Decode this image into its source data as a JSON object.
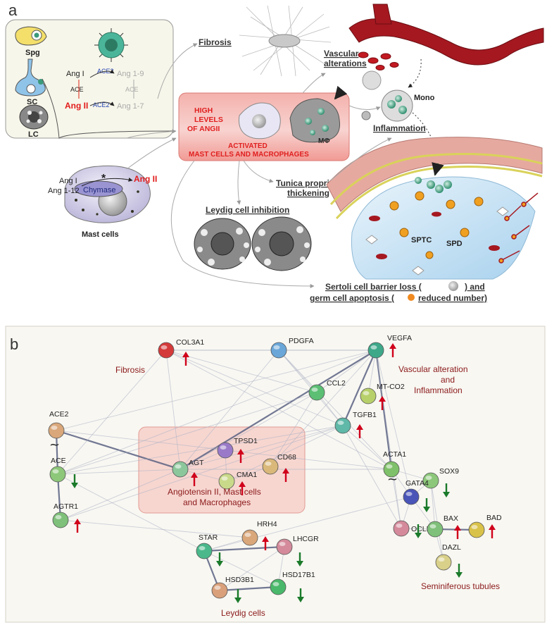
{
  "panel_a": {
    "label": "a",
    "cells": {
      "spg": "Spg",
      "sc": "SC",
      "lc": "LC",
      "mono": "Mono",
      "mphi": "MΦ",
      "sptc": "SPTC",
      "spd": "SPD",
      "mast": "Mast cells"
    },
    "ras": {
      "ang1": "Ang I",
      "ace2_top": "ACE2",
      "ang19": "Ang 1-9",
      "ace_left": "ACE",
      "ace_right": "ACE",
      "ang2": "Ang II",
      "ace2_bottom": "ACE2",
      "ang17": "Ang 1-7"
    },
    "mast_box": {
      "ang1": "Ang I",
      "ang112": "Ang 1-12",
      "chymase": "Chymase",
      "ang2": "Ang II",
      "star": "*"
    },
    "center_box": {
      "line1": "HIGH",
      "line2": "LEVELS",
      "line3": "OF ANGII",
      "act1": "ACTIVATED",
      "act2": "MAST CELLS AND MACROPHAGES"
    },
    "labels": {
      "fibrosis": "Fibrosis",
      "vascular1": "Vascular",
      "vascular2": "alterations",
      "inflammation": "Inflammation",
      "tunica1": "Tunica propria",
      "tunica2": "thickening",
      "leydig": "Leydig cell inhibition",
      "sertoli1a": "Sertoli cell barrier loss (",
      "sertoli1b": ") and",
      "sertoli2a": "germ cell apoptosis (",
      "sertoli2b": "reduced number)"
    }
  },
  "panel_b": {
    "label": "b",
    "groups": {
      "fibrosis": "Fibrosis",
      "vasc1": "Vascular alteration",
      "vasc2": "and",
      "vasc3": "Inflammation",
      "ang1": "Angiotensin II, Mast cells",
      "ang2": "and Macrophages",
      "semi": "Seminiferous tubules",
      "leydig": "Leydig cells"
    },
    "colors": {
      "up": "#d0021b",
      "down": "#1a7a2a",
      "group_label": "#8b1a1a"
    },
    "nodes": [
      {
        "id": "COL3A1",
        "label": "COL3A1",
        "dir": "up",
        "color": "#d43a3a"
      },
      {
        "id": "PDGFA",
        "label": "PDGFA",
        "dir": "none",
        "color": "#6aa6d8"
      },
      {
        "id": "VEGFA",
        "label": "VEGFA",
        "dir": "up",
        "color": "#3ea889"
      },
      {
        "id": "CCL2",
        "label": "CCL2",
        "dir": "none",
        "color": "#5cbf74"
      },
      {
        "id": "MTCO2",
        "label": "MT-CO2",
        "dir": "up",
        "color": "#b8d06a"
      },
      {
        "id": "TGFB1",
        "label": "TGFB1",
        "dir": "up",
        "color": "#5fb8a8"
      },
      {
        "id": "ACE2",
        "label": "ACE2",
        "dir": "tilde",
        "color": "#d9a77a"
      },
      {
        "id": "ACE",
        "label": "ACE",
        "dir": "down",
        "color": "#8dc77a"
      },
      {
        "id": "AGTR1",
        "label": "AGTR1",
        "dir": "up",
        "color": "#7fc07a"
      },
      {
        "id": "TPSD1",
        "label": "TPSD1",
        "dir": "up",
        "color": "#9a7ac8"
      },
      {
        "id": "AGT",
        "label": "AGT",
        "dir": "up",
        "color": "#8cc79c"
      },
      {
        "id": "CMA1",
        "label": "CMA1",
        "dir": "up",
        "color": "#c9d98a"
      },
      {
        "id": "CD68",
        "label": "CD68",
        "dir": "up",
        "color": "#d9b87a"
      },
      {
        "id": "ACTA1",
        "label": "ACTA1",
        "dir": "tilde",
        "color": "#7fc06a"
      },
      {
        "id": "SOX9",
        "label": "SOX9",
        "dir": "down",
        "color": "#8cc77a"
      },
      {
        "id": "GATA4",
        "label": "GATA4",
        "dir": "down",
        "color": "#4a55b8"
      },
      {
        "id": "OCLN",
        "label": "OCLN",
        "dir": "down",
        "color": "#d48a9a"
      },
      {
        "id": "BAX",
        "label": "BAX",
        "dir": "up",
        "color": "#7fc07a"
      },
      {
        "id": "BAD",
        "label": "BAD",
        "dir": "up",
        "color": "#d9c24a"
      },
      {
        "id": "HRH4",
        "label": "HRH4",
        "dir": "up",
        "color": "#d9a77a"
      },
      {
        "id": "STAR",
        "label": "STAR",
        "dir": "down",
        "color": "#4ab88a"
      },
      {
        "id": "LHCGR",
        "label": "LHCGR",
        "dir": "down",
        "color": "#d48a9a"
      },
      {
        "id": "DAZL",
        "label": "DAZL",
        "dir": "down",
        "color": "#d9d08a"
      },
      {
        "id": "HSD3B1",
        "label": "HSD3B1",
        "dir": "down",
        "color": "#d9a07a"
      },
      {
        "id": "HSD17B1",
        "label": "HSD17B1",
        "dir": "down",
        "color": "#4ab86a"
      }
    ],
    "edges": [
      [
        "ACE2",
        "ACE",
        2
      ],
      [
        "ACE",
        "AGTR1",
        2
      ],
      [
        "ACE2",
        "AGT",
        2
      ],
      [
        "AGTR1",
        "AGT",
        1
      ],
      [
        "ACE",
        "AGT",
        1
      ],
      [
        "VEGFA",
        "CCL2",
        1
      ],
      [
        "VEGFA",
        "TGFB1",
        2
      ],
      [
        "VEGFA",
        "MTCO2",
        1
      ],
      [
        "VEGFA",
        "ACTA1",
        2
      ],
      [
        "VEGFA",
        "AGT",
        2
      ],
      [
        "VEGFA",
        "PDGFA",
        1
      ],
      [
        "VEGFA",
        "COL3A1",
        1
      ],
      [
        "VEGFA",
        "CD68",
        1
      ],
      [
        "VEGFA",
        "ACE",
        1
      ],
      [
        "VEGFA",
        "GATA4",
        1
      ],
      [
        "VEGFA",
        "ACE2",
        1
      ],
      [
        "VEGFA",
        "OCLN",
        1
      ],
      [
        "CCL2",
        "AGT",
        1
      ],
      [
        "CCL2",
        "TGFB1",
        1
      ],
      [
        "CCL2",
        "CD68",
        1
      ],
      [
        "CCL2",
        "PDGFA",
        1
      ],
      [
        "CCL2",
        "COL3A1",
        1
      ],
      [
        "CCL2",
        "ACE",
        1
      ],
      [
        "TGFB1",
        "AGT",
        1
      ],
      [
        "TGFB1",
        "ACTA1",
        1
      ],
      [
        "TGFB1",
        "COL3A1",
        1
      ],
      [
        "TGFB1",
        "PDGFA",
        1
      ],
      [
        "TGFB1",
        "CMA1",
        1
      ],
      [
        "TGFB1",
        "ACE",
        1
      ],
      [
        "TGFB1",
        "OCLN",
        1
      ],
      [
        "TGFB1",
        "AGTR1",
        1
      ],
      [
        "PDGFA",
        "COL3A1",
        1
      ],
      [
        "PDGFA",
        "ACTA1",
        1
      ],
      [
        "PDGFA",
        "AGT",
        1
      ],
      [
        "COL3A1",
        "ACTA1",
        1
      ],
      [
        "COL3A1",
        "AGT",
        1
      ],
      [
        "COL3A1",
        "ACE",
        1
      ],
      [
        "AGT",
        "CMA1",
        1
      ],
      [
        "AGT",
        "TPSD1",
        1
      ],
      [
        "CMA1",
        "TPSD1",
        1
      ],
      [
        "CMA1",
        "CD68",
        1
      ],
      [
        "ACTA1",
        "GATA4",
        1
      ],
      [
        "ACTA1",
        "SOX9",
        1
      ],
      [
        "ACTA1",
        "OCLN",
        1
      ],
      [
        "GATA4",
        "SOX9",
        1
      ],
      [
        "GATA4",
        "OCLN",
        1
      ],
      [
        "GATA4",
        "BAX",
        1
      ],
      [
        "SOX9",
        "BAX",
        1
      ],
      [
        "BAX",
        "BAD",
        2
      ],
      [
        "BAX",
        "OCLN",
        1
      ],
      [
        "STAR",
        "LHCGR",
        2
      ],
      [
        "STAR",
        "HSD3B1",
        2
      ],
      [
        "STAR",
        "HSD17B1",
        1
      ],
      [
        "LHCGR",
        "HSD3B1",
        1
      ],
      [
        "LHCGR",
        "HSD17B1",
        1
      ],
      [
        "HSD3B1",
        "HSD17B1",
        2
      ],
      [
        "STAR",
        "HRH4",
        1
      ],
      [
        "GATA4",
        "STAR",
        1
      ],
      [
        "AGTR1",
        "HRH4",
        1
      ],
      [
        "ACE",
        "STAR",
        1
      ],
      [
        "DAZL",
        "SOX9",
        1
      ],
      [
        "DAZL",
        "BAX",
        1
      ],
      [
        "AGT",
        "ACTA1",
        1
      ],
      [
        "ACE2",
        "ACTA1",
        1
      ]
    ]
  }
}
